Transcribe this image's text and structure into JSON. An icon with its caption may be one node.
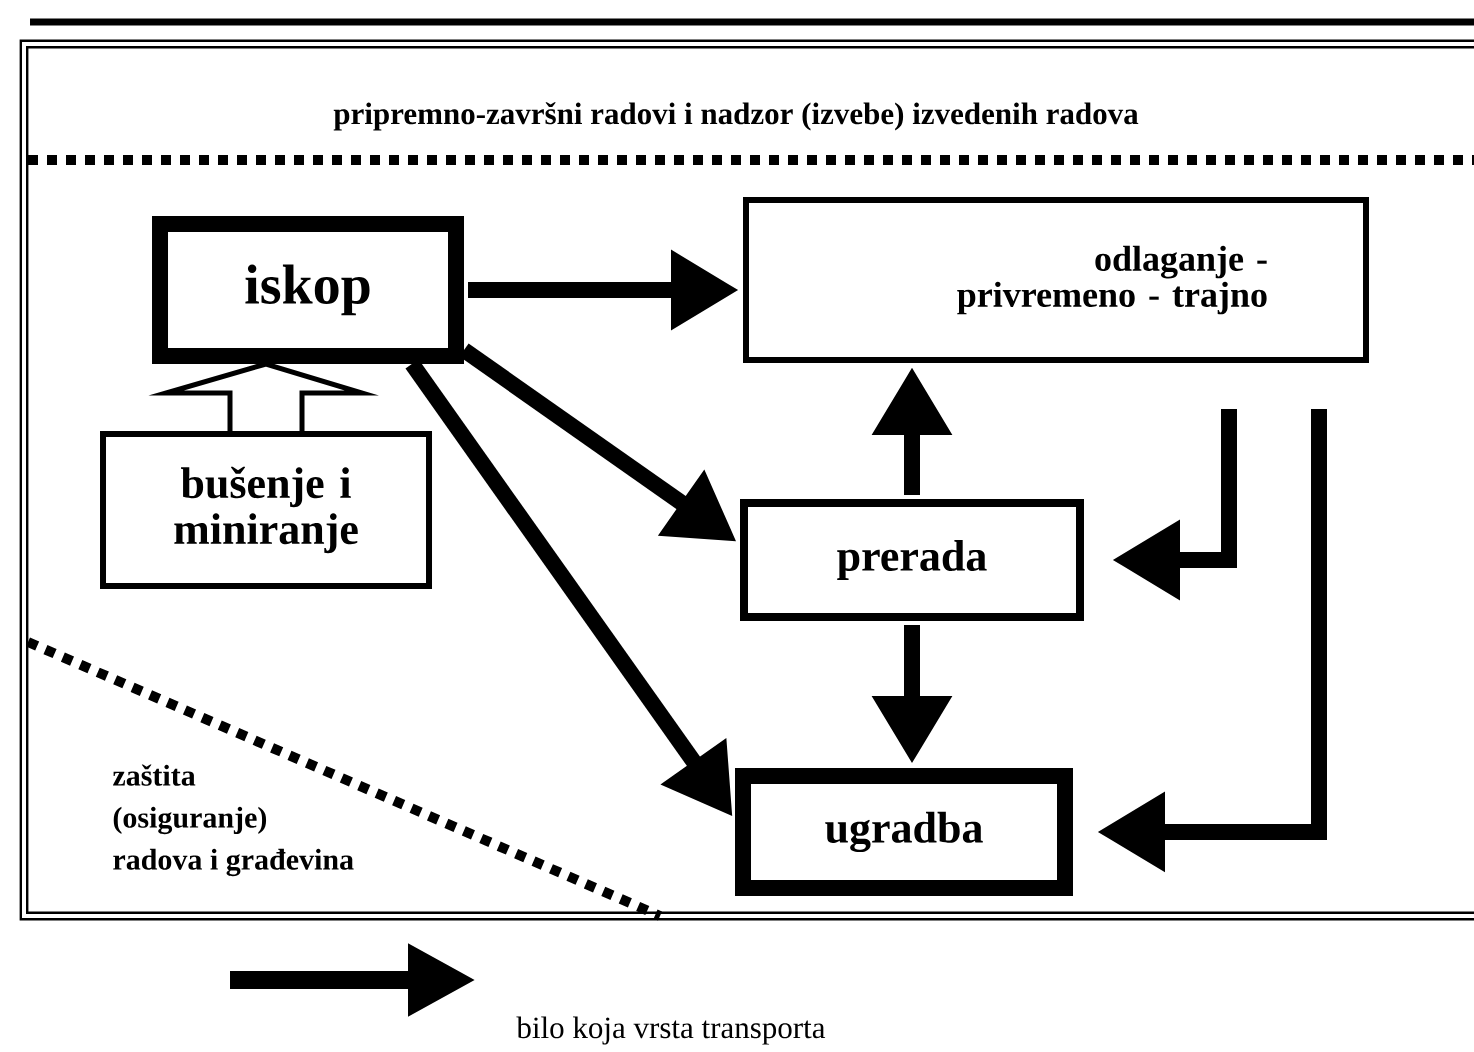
{
  "diagram": {
    "nodes": [
      {
        "text": [
          "iskop"
        ]
      },
      {
        "text": [
          "bušenje i miniranje"
        ]
      },
      {
        "text": [
          "odlaganje - privremeno - trajno"
        ]
      },
      {
        "text": [
          "prerada"
        ]
      },
      {
        "text": [
          "ugradba"
        ]
      }
    ],
    "edges": [
      {
        "from": 1,
        "to": 0,
        "arrow": "to"
      },
      {
        "from": 0,
        "to": 2,
        "arrow": "to"
      },
      {
        "from": 0,
        "to": 3,
        "arrow": "to"
      },
      {
        "from": 0,
        "to": 4,
        "arrow": "to"
      },
      {
        "from": 3,
        "to": 2,
        "arrow": "to"
      },
      {
        "from": 3,
        "to": 4,
        "arrow": "to"
      },
      {
        "from": 2,
        "to": 3,
        "arrow": "to"
      },
      {
        "from": 2,
        "to": 4,
        "arrow": "to"
      }
    ],
    "labels": [
      "pripremno-završni radovi i nadzor (izvebe) izvedenih radova",
      "zaštita (osiguranje) radova i građevina"
    ],
    "legend": [
      {
        "text": "bilo koja vrsta transporta"
      }
    ]
  }
}
